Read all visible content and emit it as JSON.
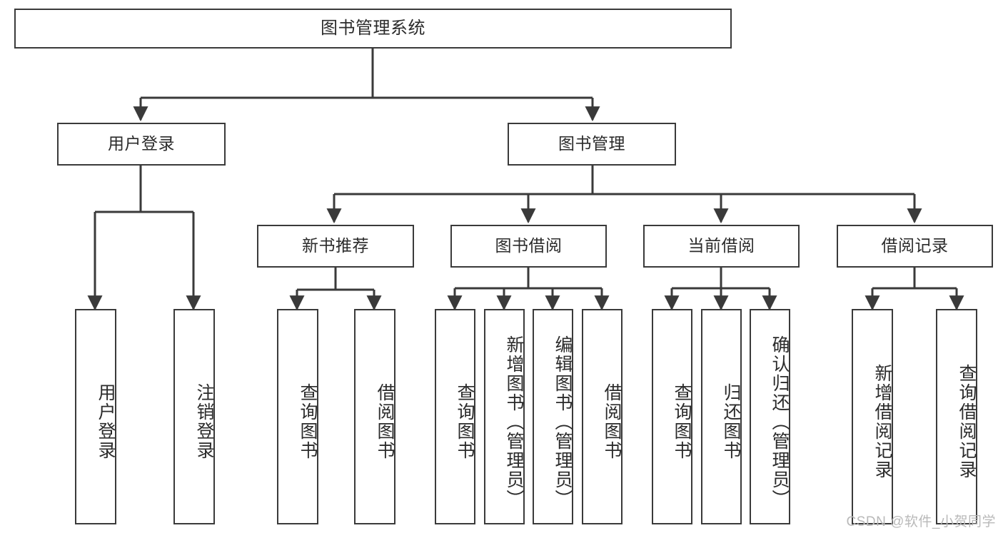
{
  "diagram": {
    "title": "图书管理系统",
    "type": "tree-hierarchy-diagram",
    "watermark": "CSDN @软件_小贺同学",
    "colors": {
      "box_border": "#3a3a3a",
      "box_fill": "#ffffff",
      "connector": "#3a3a3a",
      "text": "#2b2b2b",
      "watermark": "#b9b9b9",
      "background": "#ffffff"
    },
    "root": {
      "label": "图书管理系统"
    },
    "level2": [
      {
        "label": "用户登录"
      },
      {
        "label": "图书管理"
      }
    ],
    "level3": [
      {
        "label": "新书推荐"
      },
      {
        "label": "图书借阅"
      },
      {
        "label": "当前借阅"
      },
      {
        "label": "借阅记录"
      }
    ],
    "leaves": {
      "user_login": [
        {
          "label": "用户登录"
        },
        {
          "label": "注销登录"
        }
      ],
      "new_book_recommend": [
        {
          "label": "查询图书"
        },
        {
          "label": "借阅图书"
        }
      ],
      "book_borrow": [
        {
          "label": "查询图书"
        },
        {
          "label": "新增图书（管理员）"
        },
        {
          "label": "编辑图书（管理员）"
        },
        {
          "label": "借阅图书"
        }
      ],
      "current_borrow": [
        {
          "label": "查询图书"
        },
        {
          "label": "归还图书"
        },
        {
          "label": "确认归还（管理员）"
        }
      ],
      "borrow_record": [
        {
          "label": "新增借阅记录"
        },
        {
          "label": "查询借阅记录"
        }
      ]
    }
  }
}
